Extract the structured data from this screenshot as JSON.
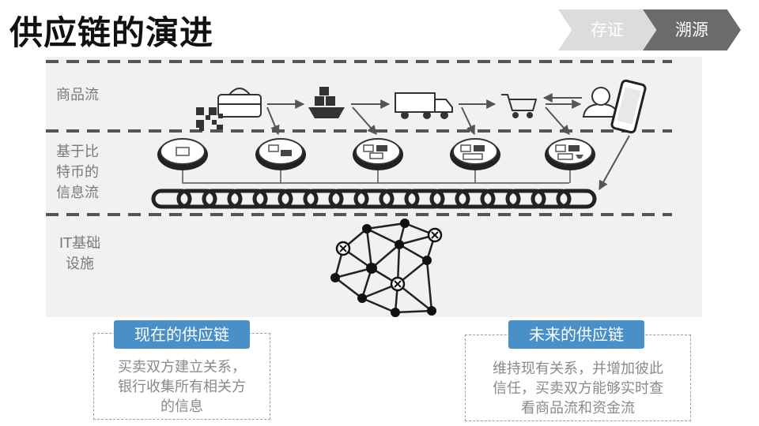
{
  "title": "供应链的演进",
  "steps": [
    "存证",
    "溯源"
  ],
  "rows": {
    "goods_flow": "商品流",
    "info_flow": [
      "基于比",
      "特币的",
      "信息流"
    ],
    "infrastructure": [
      "IT基础",
      "设施"
    ]
  },
  "current": {
    "tag": "现在的供应链",
    "lines": [
      "买卖双方建立关系，",
      "银行收集所有相关方",
      "的信息"
    ]
  },
  "future": {
    "tag": "未来的供应链",
    "lines": [
      "维持现有关系，并增加彼此",
      "信任，买卖双方能够实时查",
      "看商品流和资金流"
    ]
  },
  "colors": {
    "accent": "#4a90c8",
    "step_active": "#6b6b6b",
    "step_inactive": "#dcdcdc"
  },
  "icons": [
    "handbag-icon",
    "qr-code-icon",
    "cargo-ship-icon",
    "truck-icon",
    "shopping-cart-icon",
    "customer-avatar-icon",
    "smartphone-icon",
    "coin-icon",
    "chain-icon",
    "network-icon"
  ]
}
